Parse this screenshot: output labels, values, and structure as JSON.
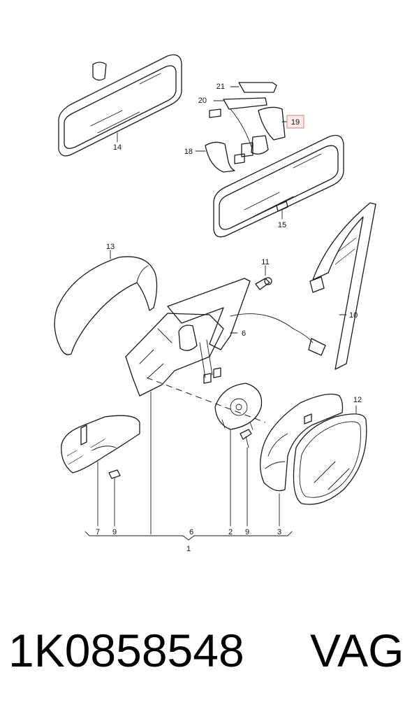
{
  "callouts": {
    "c21": "21",
    "c20": "20",
    "c19": "19",
    "c18": "18",
    "c14": "14",
    "c15": "15",
    "c13": "13",
    "c11": "11",
    "c6a": "6",
    "c10": "10",
    "c12": "12",
    "c7": "7",
    "c9a": "9",
    "c6b": "6",
    "c2": "2",
    "c9b": "9",
    "c3": "3",
    "c1": "1"
  },
  "highlight_color": "#e07a7a",
  "footer": {
    "part_number": "1K0858548",
    "brand": "VAG"
  }
}
